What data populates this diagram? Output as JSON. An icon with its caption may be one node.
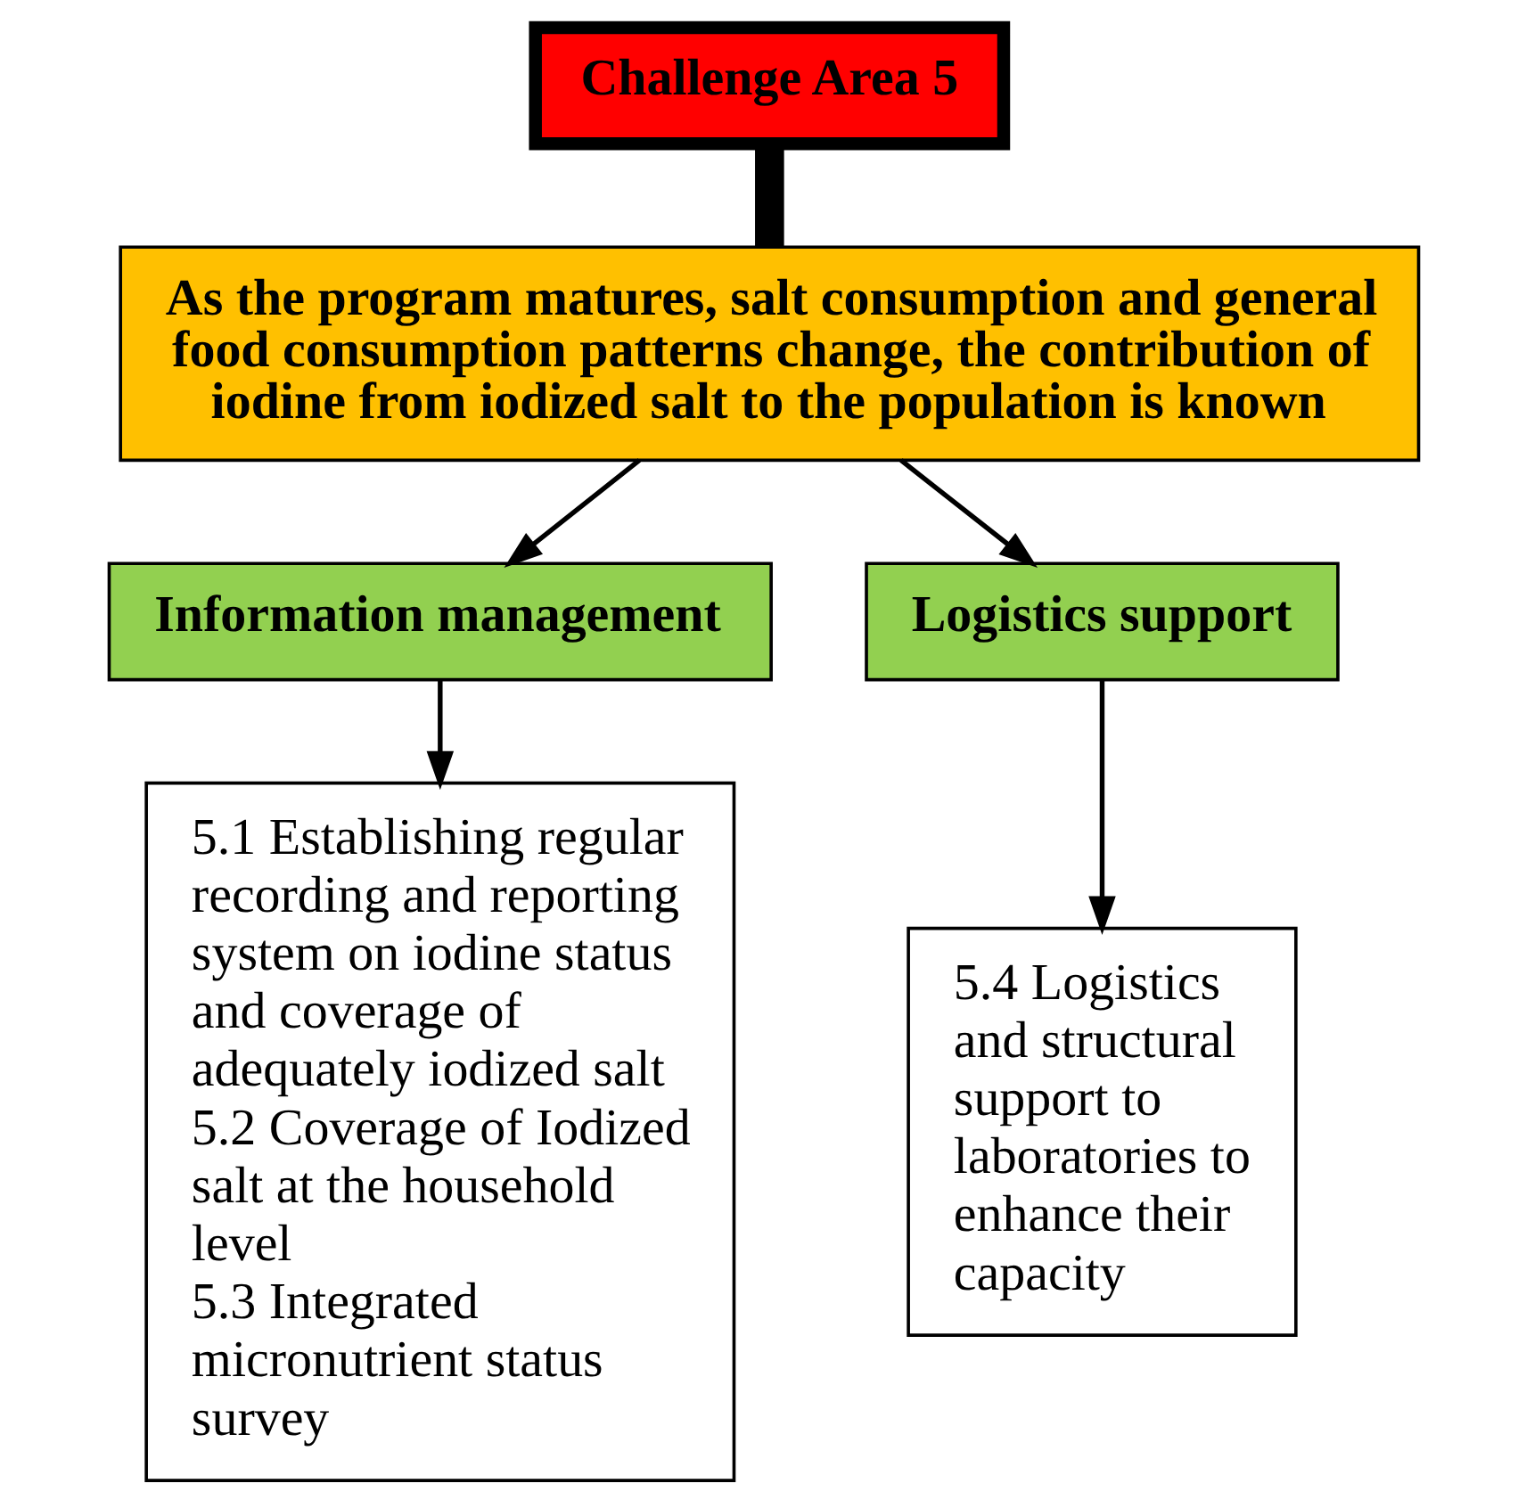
{
  "diagram": {
    "nodes": [
      {
        "text": [
          "Challenge Area 5"
        ]
      },
      {
        "text": [
          "As the program matures, salt consumption and general food consumption patterns change, the contribution of iodine from iodized salt to the population is known"
        ]
      },
      {
        "text": [
          "Information management"
        ]
      },
      {
        "text": [
          "Logistics support"
        ]
      },
      {
        "text": [
          "5.1 Establishing regular recording and reporting system on iodine status and coverage of adequately iodized salt",
          "5.2 Coverage of Iodized salt at the household level",
          "5.3 Integrated micronutrient status survey"
        ]
      },
      {
        "text": [
          "5.4 Logistics and structural support to laboratories to enhance their capacity"
        ]
      }
    ],
    "edges": [
      {
        "from": 0,
        "to": 1,
        "arrow": "none",
        "style": "thick"
      },
      {
        "from": 1,
        "to": 2,
        "arrow": "to"
      },
      {
        "from": 1,
        "to": 3,
        "arrow": "to"
      },
      {
        "from": 2,
        "to": 4,
        "arrow": "to"
      },
      {
        "from": 3,
        "to": 5,
        "arrow": "to"
      }
    ]
  }
}
